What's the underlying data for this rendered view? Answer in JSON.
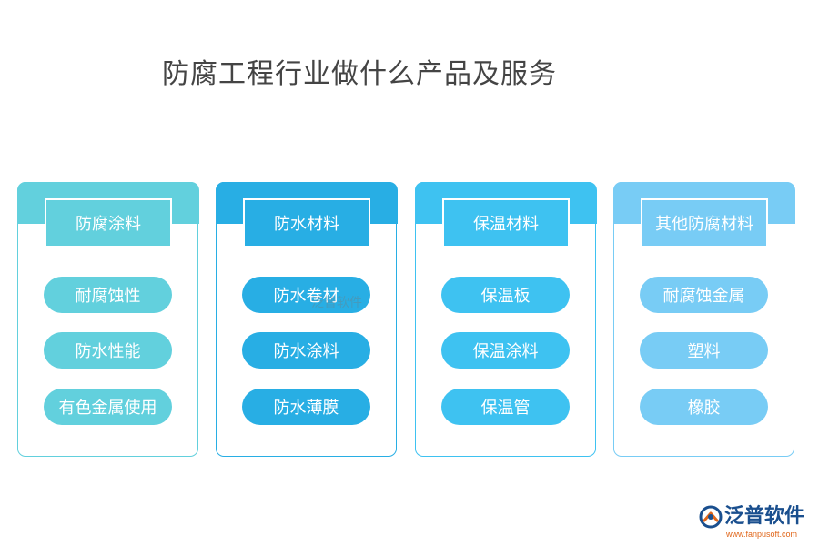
{
  "title": "防腐工程行业做什么产品及服务",
  "cards": [
    {
      "header": "防腐涂料",
      "items": [
        "耐腐蚀性",
        "防水性能",
        "有色金属使用"
      ],
      "color": "#62d0dd"
    },
    {
      "header": "防水材料",
      "items": [
        "防水卷材",
        "防水涂料",
        "防水薄膜"
      ],
      "color": "#28aee4"
    },
    {
      "header": "保温材料",
      "items": [
        "保温板",
        "保温涂料",
        "保温管"
      ],
      "color": "#3ec2f1"
    },
    {
      "header": "其他防腐材料",
      "items": [
        "耐腐蚀金属",
        "塑料",
        "橡胶"
      ],
      "color": "#78ccf5"
    }
  ],
  "watermark": "泛普软件",
  "logo": {
    "name": "泛普软件",
    "url": "www.fanpusoft.com",
    "icon": "fanpu-logo-icon"
  }
}
